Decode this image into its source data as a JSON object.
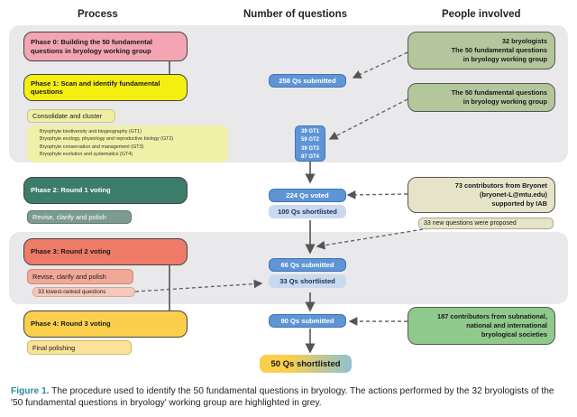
{
  "headers": {
    "process": "Process",
    "questions": "Number of questions",
    "people": "People involved"
  },
  "process": {
    "phase0": "Phase 0: Building the 50 fundamental questions in bryology working group",
    "phase1": "Phase 1: Scan and identify fundamental questions",
    "consolidate": "Consolidate and cluster",
    "gt_topics": [
      "Bryophyte biodiversity and biogeography (GT1)",
      "Bryophyte ecology, physiology and reproductive biology (GT2)",
      "Bryophyte conservation and management (GT3)",
      "Bryophyte evolution and systematics (GT4)"
    ],
    "phase2": "Phase 2: Round 1 voting",
    "revise1": "Revise, clarify and polish",
    "phase3": "Phase 3: Round 2 voting",
    "revise2": "Revise, clarify and polish",
    "lowest": "33 lowest-ranked questions",
    "phase4": "Phase 4: Round 3 voting",
    "final": "Final polishing"
  },
  "questions": {
    "submitted1": "258 Qs submitted",
    "gt_counts": [
      "39 GT1",
      "59 GT2",
      "39 GT3",
      "87 GT4"
    ],
    "voted": "224 Qs voted",
    "shortlisted1": "100 Qs shortlisted",
    "submitted2": "66 Qs submitted",
    "shortlisted2": "33 Qs shortlisted",
    "submitted3": "90 Qs submitted",
    "final": "50 Qs shortlisted"
  },
  "people": {
    "p1": [
      "32 bryologists",
      "The 50 fundamental questions",
      "in bryology working group"
    ],
    "p2": [
      "The 50 fundamental questions",
      "in bryology working group"
    ],
    "p3": [
      "73 contributors from Bryonet",
      "(bryonet-L@mtu.edu)",
      "supported by IAB"
    ],
    "new": "33 new questions were proposed",
    "p4": [
      "187 contributors from subnational,",
      "national and international",
      "bryological societies"
    ]
  },
  "caption": {
    "label": "Figure 1.",
    "text": " The procedure used to identify the 50 fundamental questions in bryology. The actions performed by the 32 bryologists of the '50 fundamental questions in bryology' working group are highlighted in grey."
  }
}
